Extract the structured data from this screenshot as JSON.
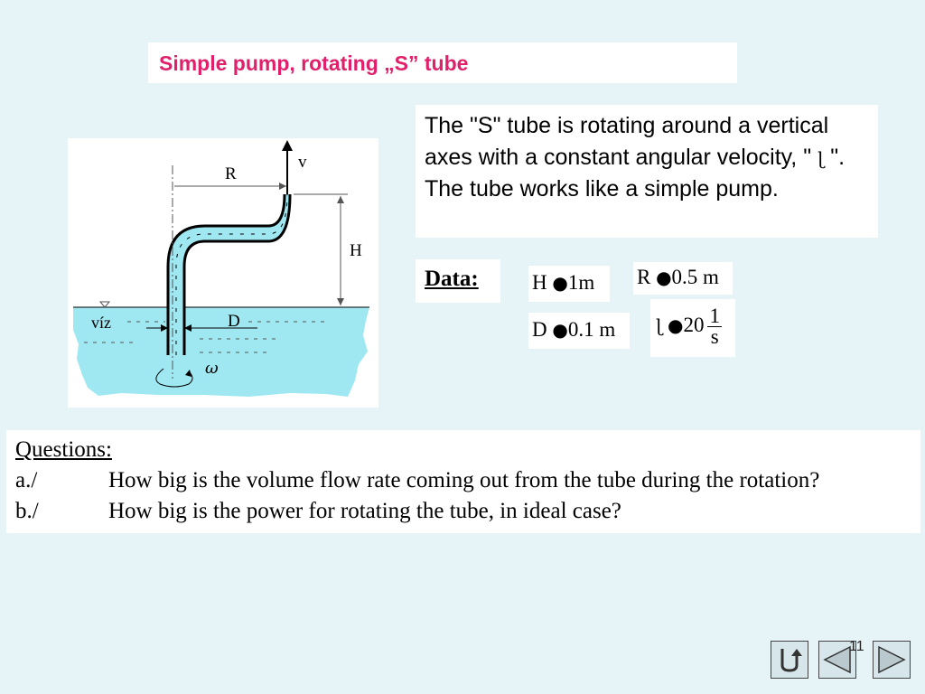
{
  "slide": {
    "title": "Simple pump, rotating  „S” tube",
    "description_pre": "The \"S\" tube is rotating around a vertical axes with a constant  angular velocity, \"",
    "omega_symbol": "ɭ",
    "description_post": "\". The tube works like a simple pump.",
    "page_number": "11"
  },
  "diagram": {
    "label_v": "v",
    "label_R": "R",
    "label_H": "H",
    "label_D": "D",
    "label_viz": "víz",
    "label_omega": "ω",
    "water_color": "#9fe8f2"
  },
  "data": {
    "heading": "Data:",
    "H": {
      "symbol": "H",
      "operator": "●",
      "value": "1m"
    },
    "R": {
      "symbol": "R",
      "operator": "●",
      "value": "0.5 m"
    },
    "D": {
      "symbol": "D",
      "operator": "●",
      "value": "0.1 m"
    },
    "omega": {
      "symbol": "ɭ",
      "operator": "●",
      "value": "20",
      "unit_num": "1",
      "unit_den": "s"
    }
  },
  "questions": {
    "heading": "Questions:",
    "items": [
      {
        "label": "a./",
        "text": "How big is the volume flow rate coming out from the tube during the rotation?"
      },
      {
        "label": "b./",
        "text": "How big is the power for rotating the tube, in ideal case?"
      }
    ]
  },
  "nav": {
    "return_icon": "return-arrow-icon",
    "back_icon": "triangle-left-icon",
    "forward_icon": "triangle-right-icon"
  }
}
